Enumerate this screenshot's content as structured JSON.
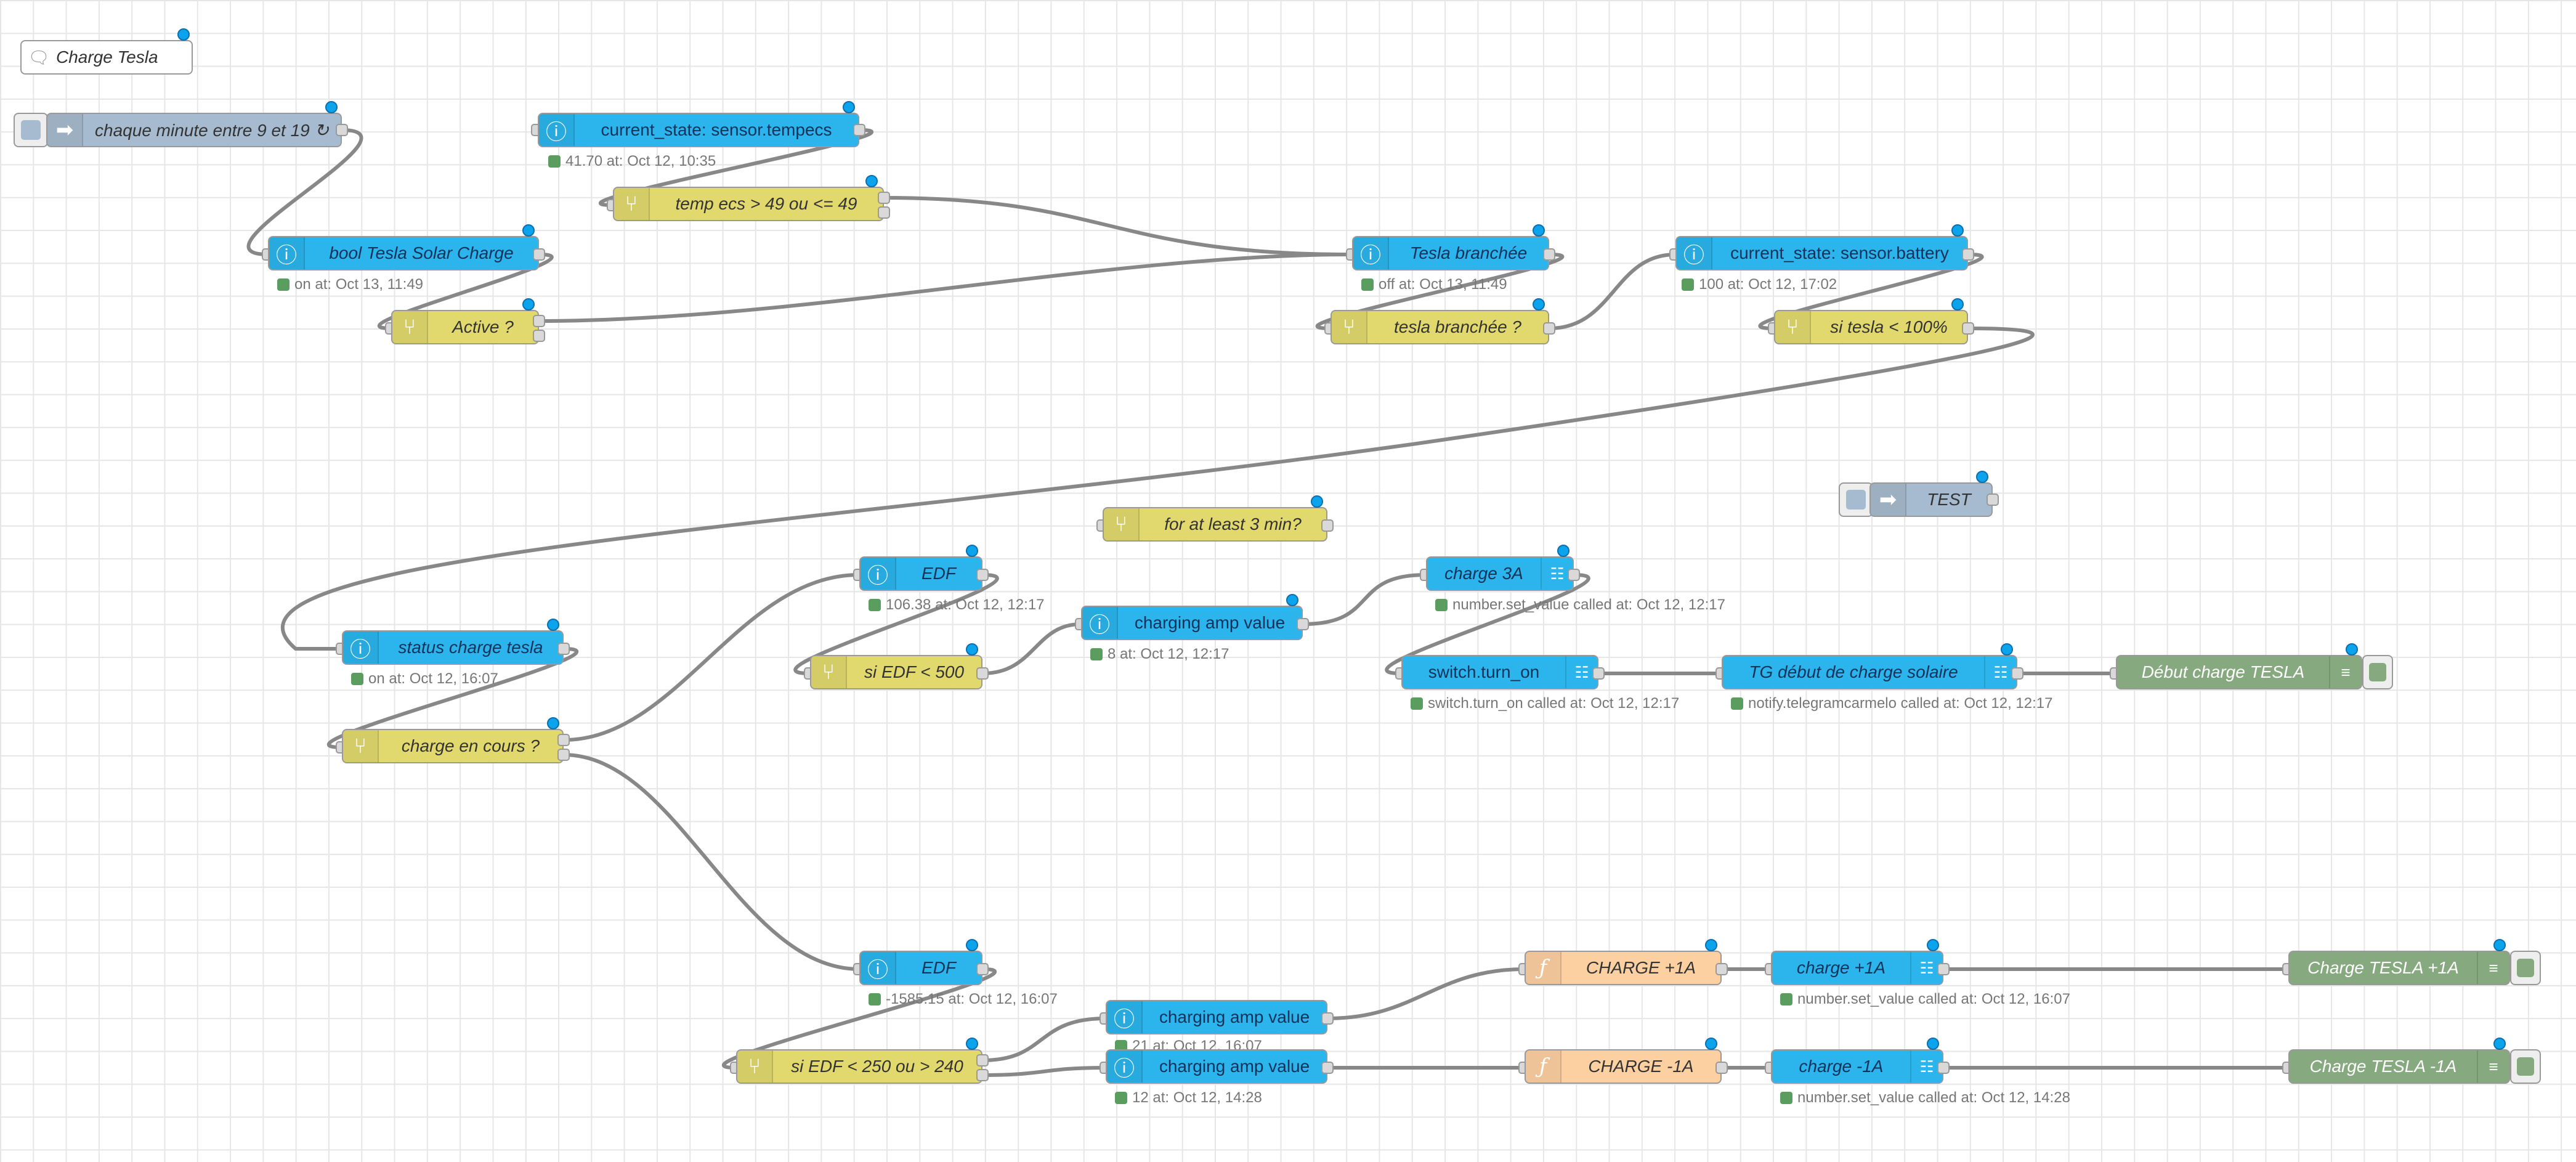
{
  "flow": {
    "comment_label": "Charge Tesla",
    "nodes": {
      "inject_minute": "chaque minute entre 9 et 19 ↻",
      "state_tempecs": "current_state: sensor.tempecs",
      "switch_temp": "temp ecs > 49 ou <= 49",
      "state_bool_solar": "bool Tesla Solar Charge",
      "switch_active": "Active ?",
      "state_tesla_branchee": "Tesla branchée",
      "switch_tesla_branchee": "tesla branchée ?",
      "state_battery": "current_state: sensor.battery",
      "switch_battery": "si tesla < 100%",
      "inject_test": "TEST",
      "switch_3min": "for at least 3 min?",
      "state_edf_top": "EDF",
      "switch_edf_500": "si EDF < 500",
      "state_charging_amp_top": "charging amp value",
      "service_charge_3a": "charge 3A",
      "service_switch_on": "switch.turn_on",
      "service_tg": "TG début de charge solaire",
      "debug_debut": "Début charge TESLA",
      "state_status_charge": "status charge tesla",
      "switch_charge_en_cours": "charge en cours ?",
      "state_edf_bottom": "EDF",
      "switch_edf_250": "si EDF < 250 ou > 240",
      "state_amp_plus": "charging amp value",
      "state_amp_minus": "charging amp value",
      "func_plus": "CHARGE +1A",
      "func_minus": "CHARGE -1A",
      "service_plus": "charge +1A",
      "service_minus": "charge -1A",
      "debug_plus": "Charge TESLA +1A",
      "debug_minus": "Charge TESLA -1A"
    },
    "status": {
      "tempecs": "41.70 at: Oct 12, 10:35",
      "bool_solar": "on at: Oct 13, 11:49",
      "tesla_branchee": "off at: Oct 13, 11:49",
      "battery": "100 at: Oct 12, 17:02",
      "edf_top": "106.38 at: Oct 12, 12:17",
      "charging_amp_top": "8 at: Oct 12, 12:17",
      "charge_3a": "number.set_value called at: Oct 12, 12:17",
      "switch_on": "switch.turn_on called at: Oct 12, 12:17",
      "tg": "notify.telegramcarmelo called at: Oct 12, 12:17",
      "status_charge": "on at: Oct 12, 16:07",
      "edf_bottom": "-1585.15 at: Oct 12, 16:07",
      "amp_plus": "21 at: Oct 12, 16:07",
      "amp_minus": "12 at: Oct 12, 14:28",
      "service_plus": "number.set_value called at: Oct 12, 16:07",
      "service_minus": "number.set_value called at: Oct 12, 14:28"
    }
  },
  "icons": {
    "inject": "inject-arrow-icon",
    "state": "info-icon",
    "switch": "switch-fork-icon",
    "service": "api-service-icon",
    "function": "function-icon",
    "debug": "debug-list-icon",
    "comment": "comment-icon"
  },
  "colors": {
    "state": "#2bb5ec",
    "switch": "#e2d96e",
    "inject": "#a6bbcf",
    "function": "#fdd0a2",
    "debug": "#87a980",
    "wire": "#888888",
    "status_dot": "#5a9e5f",
    "changed_dot": "#0aa3ec"
  }
}
